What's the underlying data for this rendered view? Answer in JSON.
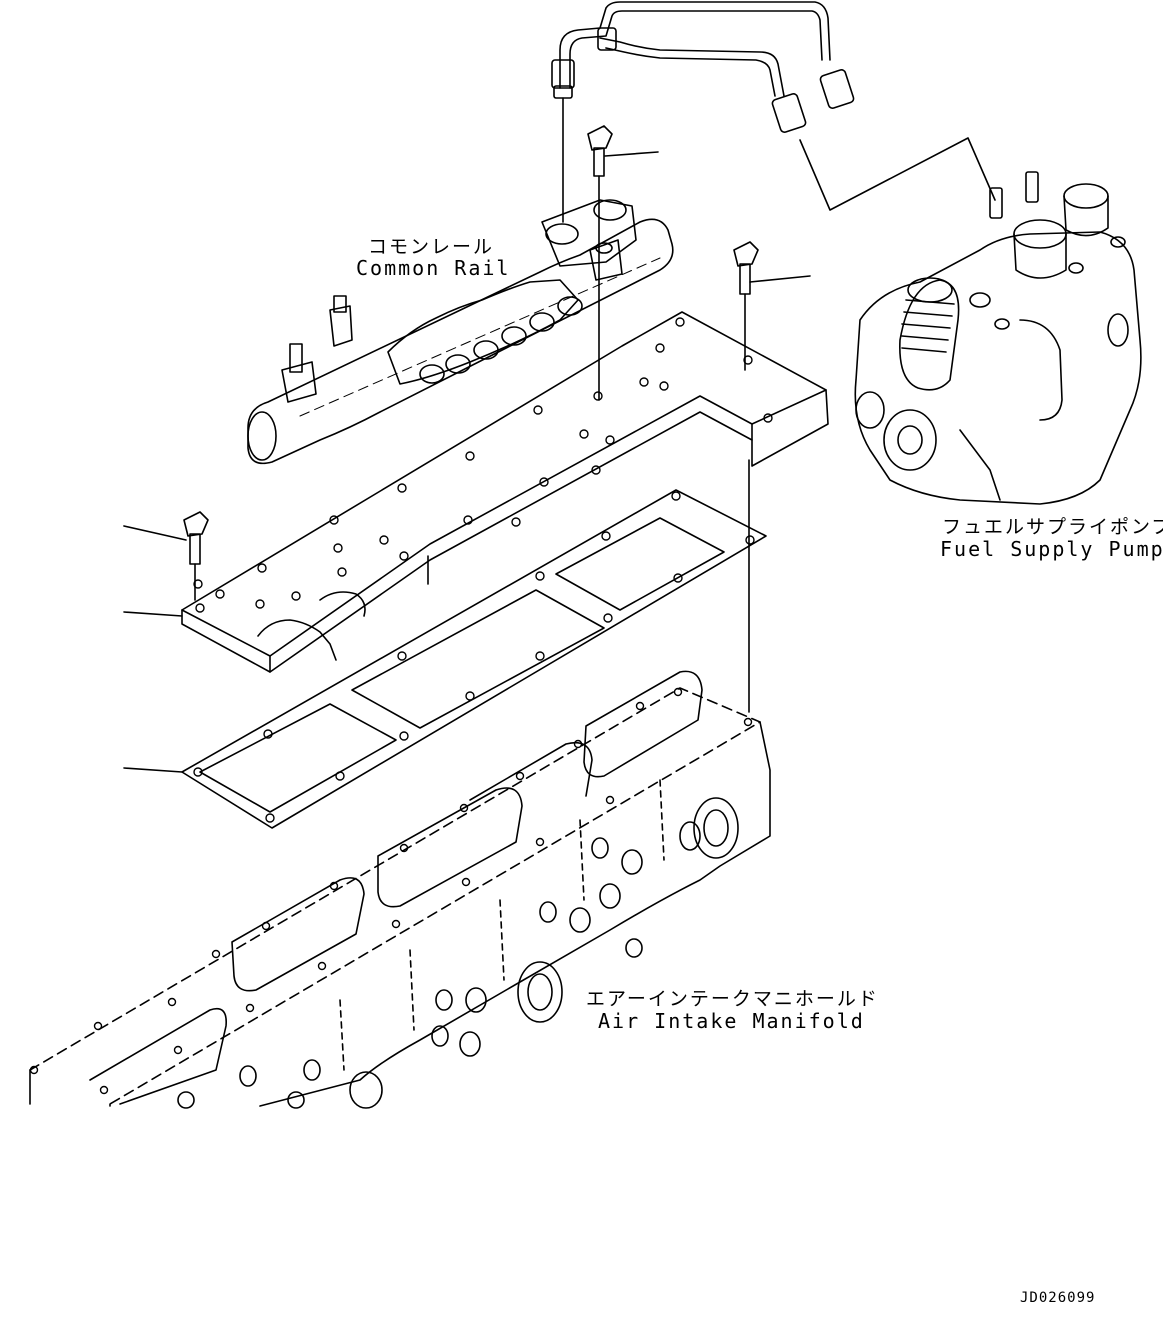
{
  "labels": {
    "common_rail_jp": "コモンレール",
    "common_rail_en": "Common Rail",
    "fuel_supply_pump_jp": "フュエルサプライポンプ",
    "fuel_supply_pump_en": "Fuel Supply Pump",
    "air_intake_manifold_jp": "エアーインテークマニホールド",
    "air_intake_manifold_en": "Air Intake Manifold"
  },
  "drawing_number": "JD026099"
}
